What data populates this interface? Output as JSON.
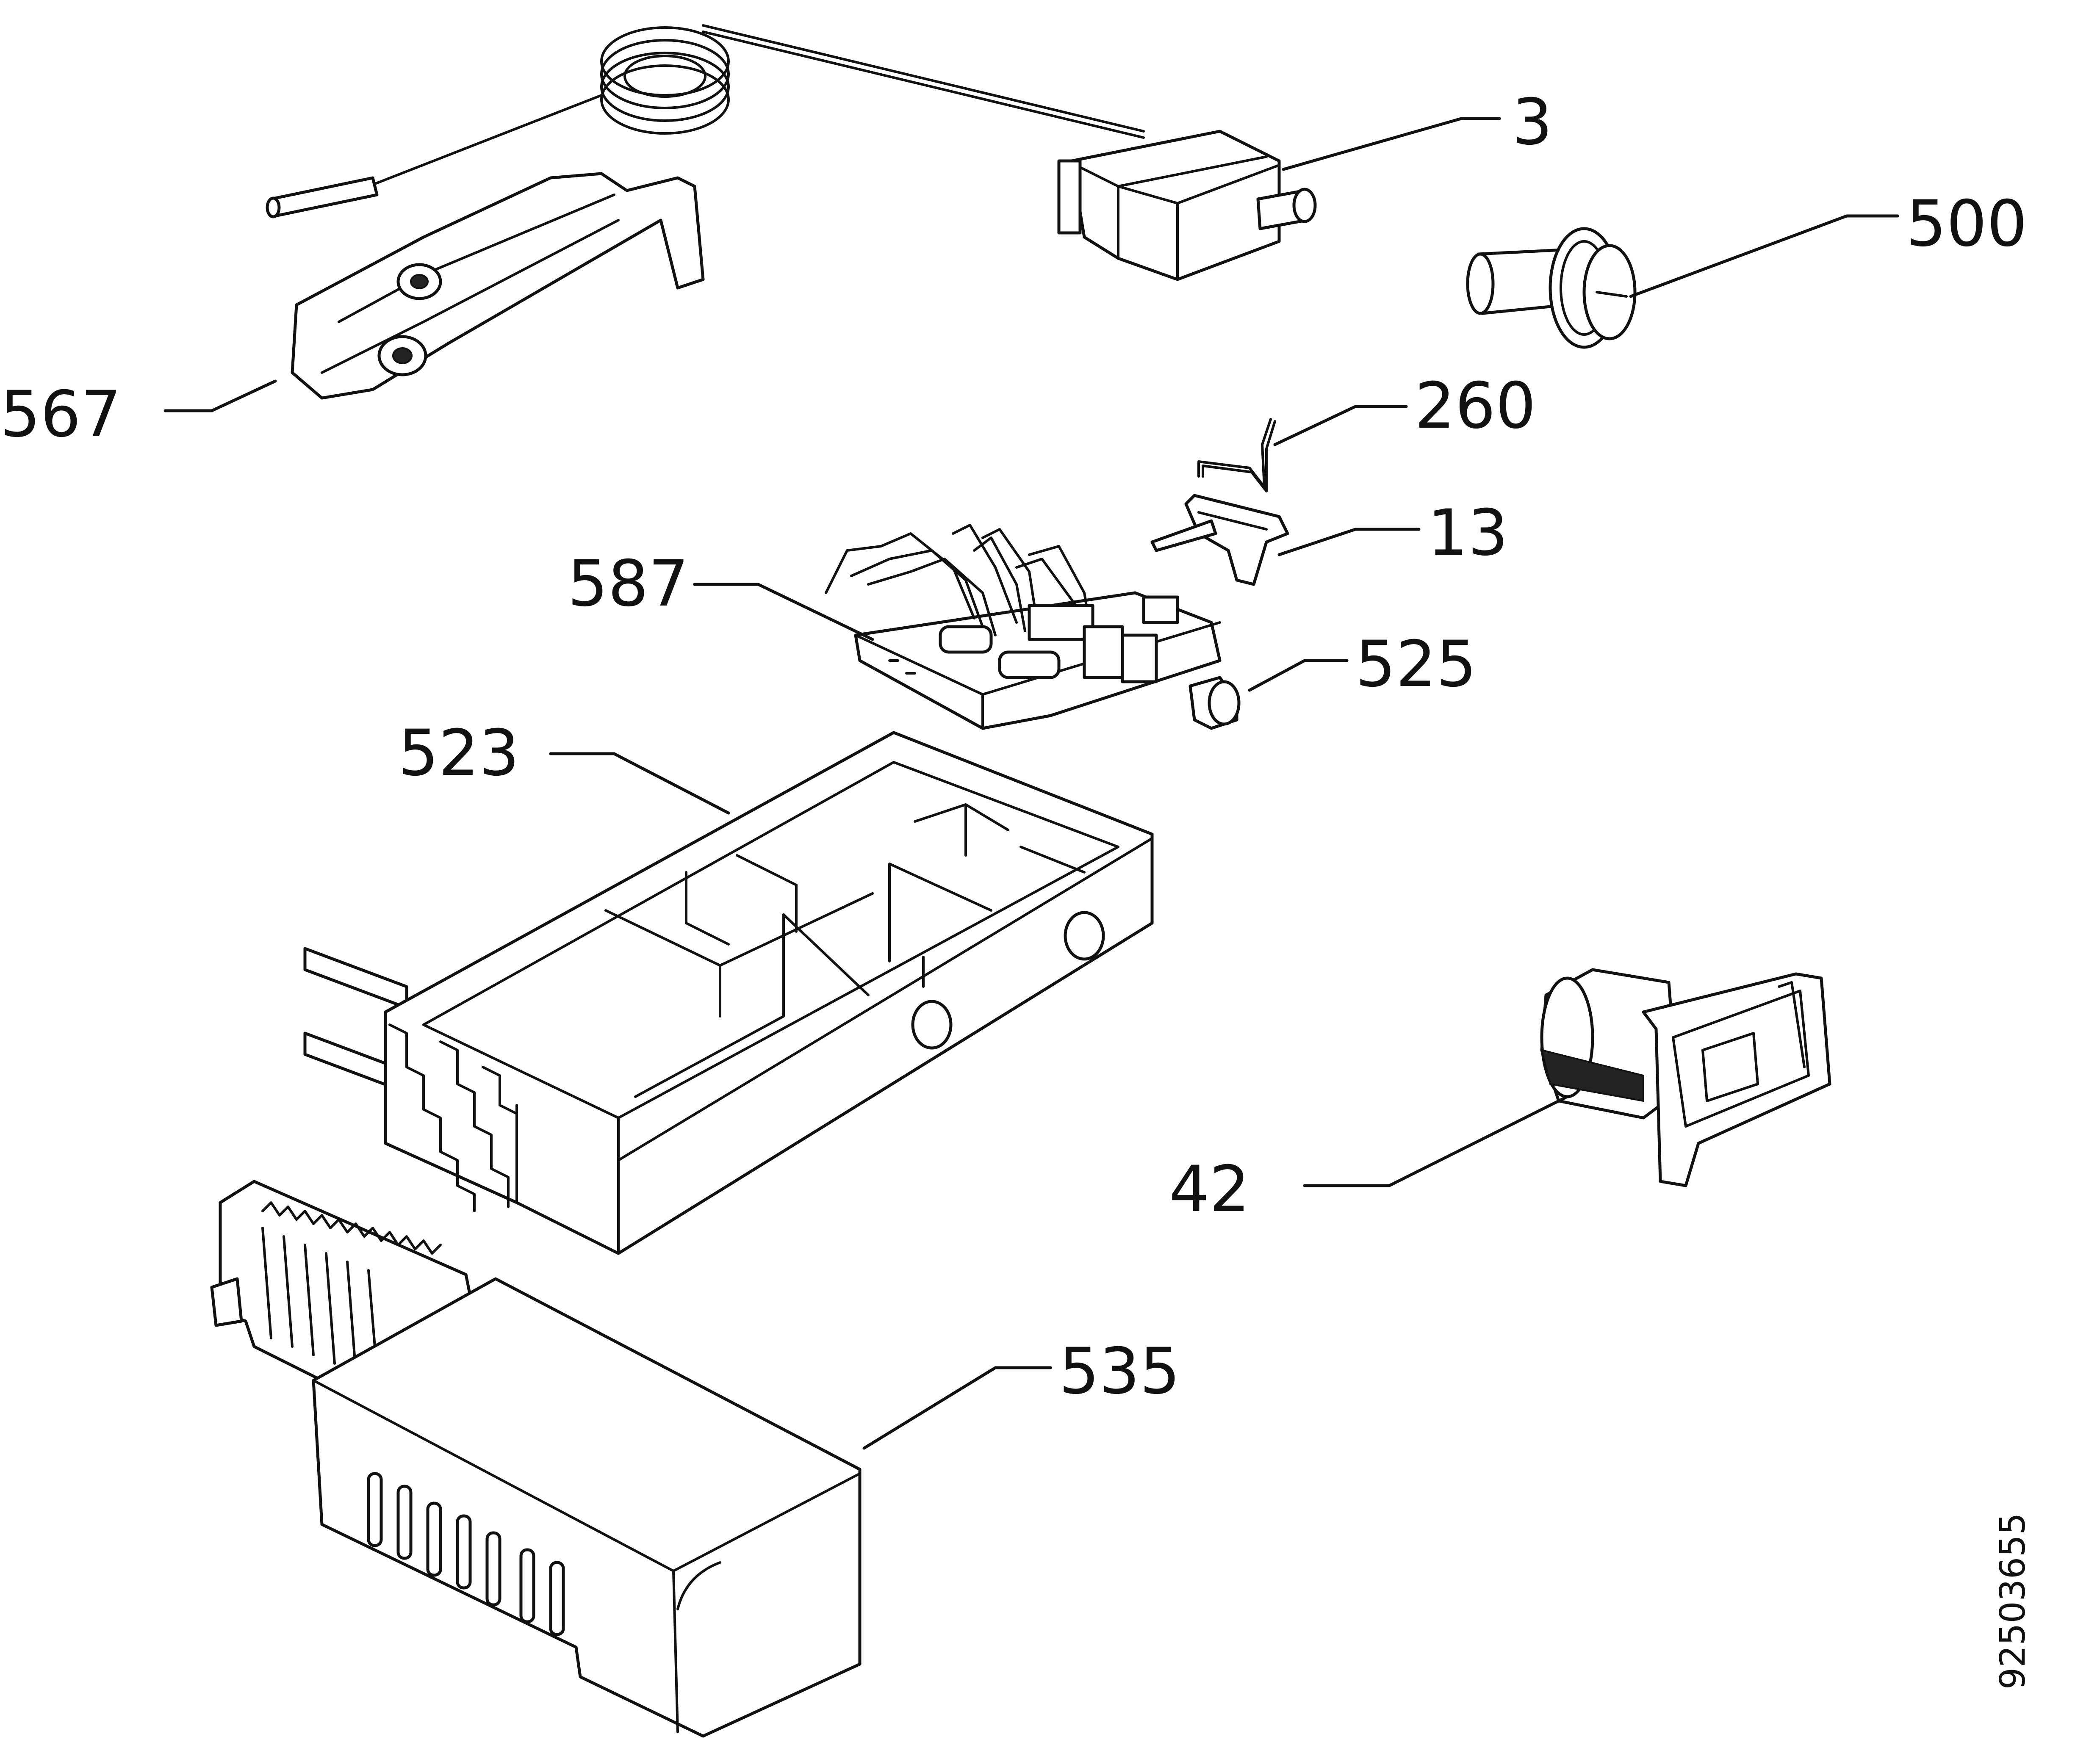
{
  "diagram": {
    "callouts": [
      {
        "id": "3",
        "label": "3"
      },
      {
        "id": "500",
        "label": "500"
      },
      {
        "id": "567",
        "label": "567"
      },
      {
        "id": "260",
        "label": "260"
      },
      {
        "id": "13",
        "label": "13"
      },
      {
        "id": "587",
        "label": "587"
      },
      {
        "id": "525",
        "label": "525"
      },
      {
        "id": "523",
        "label": "523"
      },
      {
        "id": "42",
        "label": "42"
      },
      {
        "id": "535",
        "label": "535"
      }
    ],
    "document_number": "92503655"
  },
  "colors": {
    "line": "#111111",
    "background": "#ffffff"
  }
}
